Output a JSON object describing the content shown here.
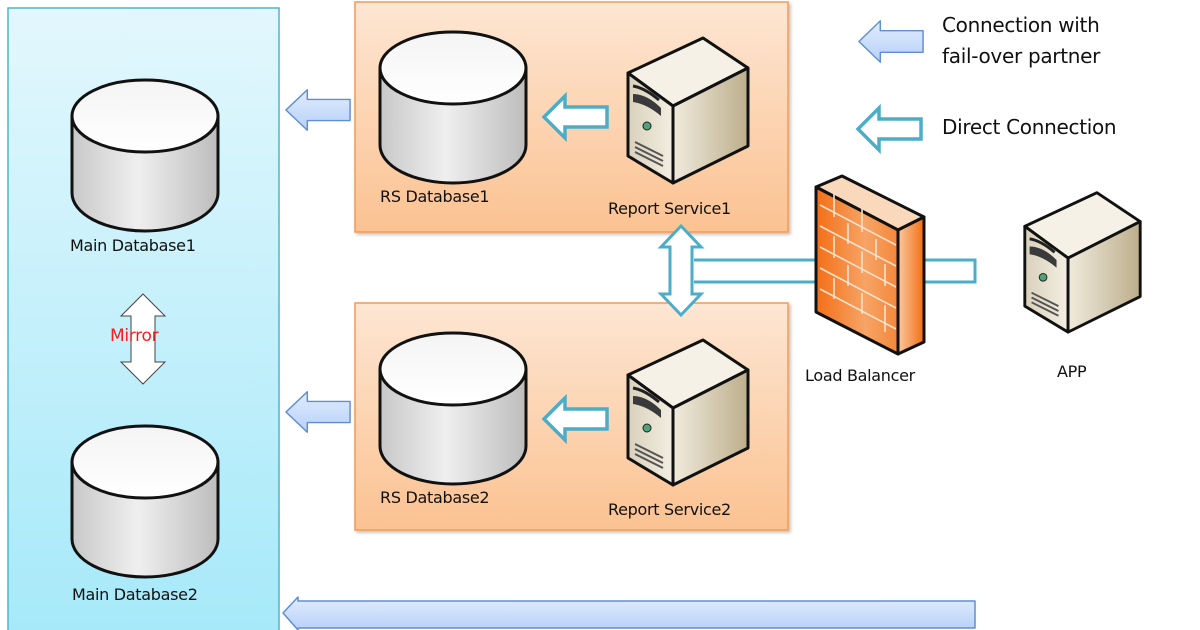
{
  "diagram": {
    "type": "architecture",
    "groups": [
      {
        "id": "main-db-group",
        "color": "#c2f0fb",
        "border": "#4fb1c9"
      },
      {
        "id": "rs-group-1",
        "color": "#fbc89a",
        "border": "#f4a060"
      },
      {
        "id": "rs-group-2",
        "color": "#fbc89a",
        "border": "#f4a060"
      }
    ],
    "nodes": {
      "main_db1": {
        "label": "Main Database1",
        "icon": "database-icon"
      },
      "main_db2": {
        "label": "Main Database2",
        "icon": "database-icon"
      },
      "mirror": {
        "label": "Mirror",
        "icon": "double-arrow-vertical-icon",
        "color": "#ff1a1a"
      },
      "rs_db1": {
        "label": "RS Database1",
        "icon": "database-icon"
      },
      "rs_db2": {
        "label": "RS Database2",
        "icon": "database-icon"
      },
      "report_service1": {
        "label": "Report Service1",
        "icon": "server-icon"
      },
      "report_service2": {
        "label": "Report Service2",
        "icon": "server-icon"
      },
      "load_balancer": {
        "label": "Load Balancer",
        "icon": "firewall-icon"
      },
      "app": {
        "label": "APP",
        "icon": "server-icon"
      }
    },
    "edges": [
      {
        "from": "report_service1",
        "to": "rs_db1",
        "kind": "direct"
      },
      {
        "from": "report_service2",
        "to": "rs_db2",
        "kind": "direct"
      },
      {
        "from": "rs-group-1",
        "to": "main-db-group",
        "kind": "failover"
      },
      {
        "from": "rs-group-2",
        "to": "main-db-group",
        "kind": "failover"
      },
      {
        "from": "app",
        "to": "main-db-group",
        "kind": "failover"
      },
      {
        "from": "app",
        "to": "load_balancer",
        "kind": "direct"
      },
      {
        "from": "load_balancer",
        "to": "report_service1",
        "kind": "direct"
      },
      {
        "from": "load_balancer",
        "to": "report_service2",
        "kind": "direct"
      },
      {
        "from": "main_db1",
        "to": "main_db2",
        "kind": "mirror"
      }
    ],
    "legend": [
      {
        "kind": "failover",
        "label_line1": "Connection with",
        "label_line2": "fail-over partner",
        "icon": "blue-filled-arrow-icon"
      },
      {
        "kind": "direct",
        "label": "Direct Connection",
        "icon": "teal-outline-arrow-icon"
      }
    ],
    "colors": {
      "failover_fill": "#c6dcfb",
      "failover_stroke": "#5f8fd0",
      "direct_stroke": "#4badc8",
      "firewall": "#f57a28",
      "server_body": "#e9e2cf"
    }
  }
}
